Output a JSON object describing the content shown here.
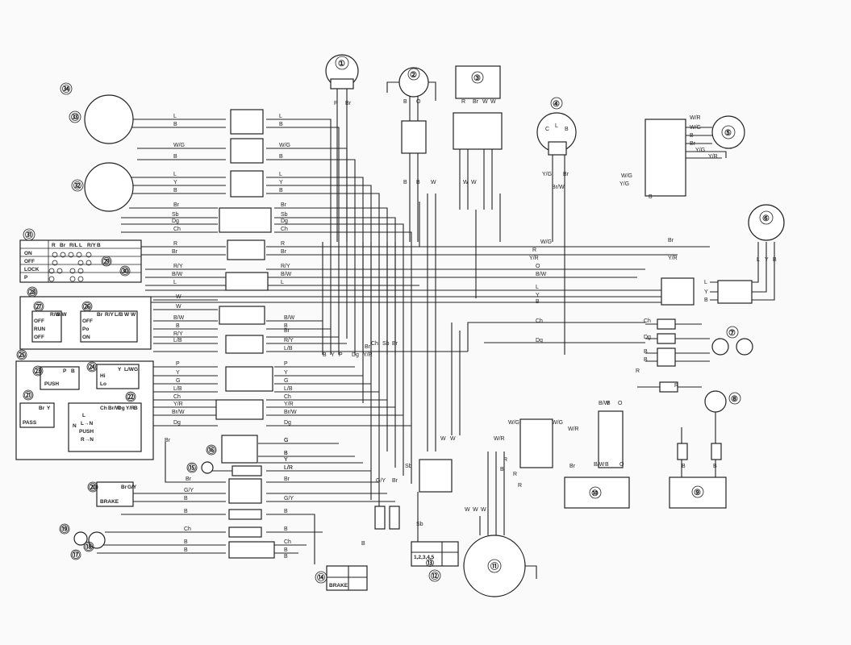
{
  "components": [
    {
      "id": "c1",
      "label": "①"
    },
    {
      "id": "c2",
      "label": "②"
    },
    {
      "id": "c3",
      "label": "③"
    },
    {
      "id": "c4",
      "label": "④"
    },
    {
      "id": "c5",
      "label": "⑤"
    },
    {
      "id": "c6",
      "label": "⑥"
    },
    {
      "id": "c7",
      "label": "⑦"
    },
    {
      "id": "c8",
      "label": "⑧"
    },
    {
      "id": "c9",
      "label": "⑨"
    },
    {
      "id": "c10",
      "label": "⑩"
    },
    {
      "id": "c11",
      "label": "⑪"
    },
    {
      "id": "c12",
      "label": "⑫"
    },
    {
      "id": "c13",
      "label": "⑬"
    },
    {
      "id": "c14",
      "label": "⑭"
    },
    {
      "id": "c15",
      "label": "⑮"
    },
    {
      "id": "c16",
      "label": "⑯"
    },
    {
      "id": "c17",
      "label": "⑰"
    },
    {
      "id": "c18",
      "label": "⑱"
    },
    {
      "id": "c19",
      "label": "⑲"
    },
    {
      "id": "c20",
      "label": "⑳"
    },
    {
      "id": "c21",
      "label": "㉑"
    },
    {
      "id": "c22",
      "label": "㉒"
    },
    {
      "id": "c23",
      "label": "㉓"
    },
    {
      "id": "c24",
      "label": "㉔"
    },
    {
      "id": "c25",
      "label": "㉕"
    },
    {
      "id": "c26",
      "label": "㉖"
    },
    {
      "id": "c27",
      "label": "㉗"
    },
    {
      "id": "c28",
      "label": "㉘"
    },
    {
      "id": "c29",
      "label": "㉙"
    },
    {
      "id": "c30",
      "label": "㉚"
    },
    {
      "id": "c31",
      "label": "㉛"
    },
    {
      "id": "c32",
      "label": "㉜"
    },
    {
      "id": "c33",
      "label": "㉝"
    },
    {
      "id": "c34",
      "label": "㉞"
    }
  ],
  "main_switch": {
    "columns": [
      "R",
      "Br",
      "R/L",
      "L",
      "R/Y",
      "B"
    ],
    "rows": [
      "ON",
      "OFF",
      "LOCK",
      "P"
    ]
  },
  "engine_stop": {
    "columns": [
      "R/W",
      "B/W"
    ],
    "rows": [
      "OFF",
      "RUN",
      "OFF"
    ]
  },
  "lights_switch": {
    "columns": [
      "Br",
      "R/Y",
      "L/B",
      "W",
      "W"
    ],
    "rows": [
      "OFF",
      "Po",
      "ON"
    ]
  },
  "horn_switch": {
    "columns": [
      "P",
      "B"
    ],
    "rows": [
      "PUSH"
    ]
  },
  "dimmer_switch": {
    "columns": [
      "Y",
      "L/W",
      "G"
    ],
    "rows": [
      "Hi",
      "Lo"
    ]
  },
  "pass_switch": {
    "columns": [
      "Br",
      "Y"
    ],
    "rows": [
      "PASS"
    ]
  },
  "turn_switch": {
    "columns": [
      "Ch",
      "Br/W",
      "Dg",
      "Y/R",
      "B"
    ],
    "rows": [
      "L",
      "L→N",
      "PUSH",
      "R→N"
    ],
    "side": "N"
  },
  "brake_front": {
    "columns": [
      "Br",
      "G/Y"
    ],
    "rows": [
      "BRAKE"
    ]
  },
  "brake_rear": {
    "columns": [
      "B",
      "B"
    ],
    "rows": [
      "BRAKE"
    ]
  },
  "gear_indicator": {
    "row": "1,2,3,4,5"
  },
  "wire_labels": [
    "L",
    "B",
    "W/G",
    "B",
    "L",
    "Y",
    "B",
    "Br",
    "Sb",
    "Dg",
    "Ch",
    "R",
    "Br",
    "R/Y",
    "B/W",
    "L",
    "W",
    "W",
    "B/W",
    "B",
    "R/Y",
    "L/B",
    "P",
    "Y",
    "G",
    "L/B",
    "Ch",
    "Y/R",
    "Br/W",
    "Dg",
    "G",
    "B",
    "Y",
    "L/R",
    "Br",
    "G/Y",
    "B",
    "B",
    "Ch",
    "B",
    "B",
    "L",
    "B",
    "W/G",
    "B",
    "L",
    "Y",
    "B",
    "Br",
    "Sb",
    "Dg",
    "Ch",
    "R",
    "Br",
    "R/Y",
    "B/W",
    "L",
    "B/W",
    "B",
    "Br",
    "R/Y",
    "L/B",
    "P",
    "Y",
    "G",
    "L/B",
    "Ch",
    "Y/R",
    "Br/W",
    "Dg",
    "G",
    "B",
    "Y",
    "L/R",
    "Br",
    "G/Y",
    "B",
    "B",
    "Ch",
    "B",
    "B",
    "P",
    "Br",
    "B",
    "O",
    "R",
    "Br",
    "W",
    "W",
    "B",
    "B",
    "W",
    "W",
    "W",
    "C",
    "L",
    "B",
    "Y/G",
    "Br",
    "Br/W",
    "W/R",
    "W/G",
    "B",
    "Br",
    "Y/G",
    "Y/R",
    "W/G",
    "Y/G",
    "B",
    "L",
    "Y",
    "B",
    "L",
    "Y",
    "B",
    "W/G",
    "R",
    "Y/R",
    "O",
    "B/W",
    "L",
    "Y",
    "B",
    "Br",
    "Y/R",
    "Ch",
    "Dg",
    "Ch",
    "Dg",
    "B",
    "B",
    "R",
    "R",
    "B",
    "B",
    "W/G",
    "W/R",
    "W/G",
    "W/R",
    "R",
    "B",
    "R",
    "Br",
    "R",
    "B/W",
    "B",
    "O",
    "B/W",
    "B",
    "O",
    "W",
    "W",
    "Sb",
    "G/Y",
    "Br",
    "B",
    "Sb",
    "W",
    "W",
    "W",
    "B",
    "Y",
    "P",
    "Dg",
    "Y/R",
    "Br",
    "Ch",
    "Sb",
    "Br",
    "Br"
  ]
}
